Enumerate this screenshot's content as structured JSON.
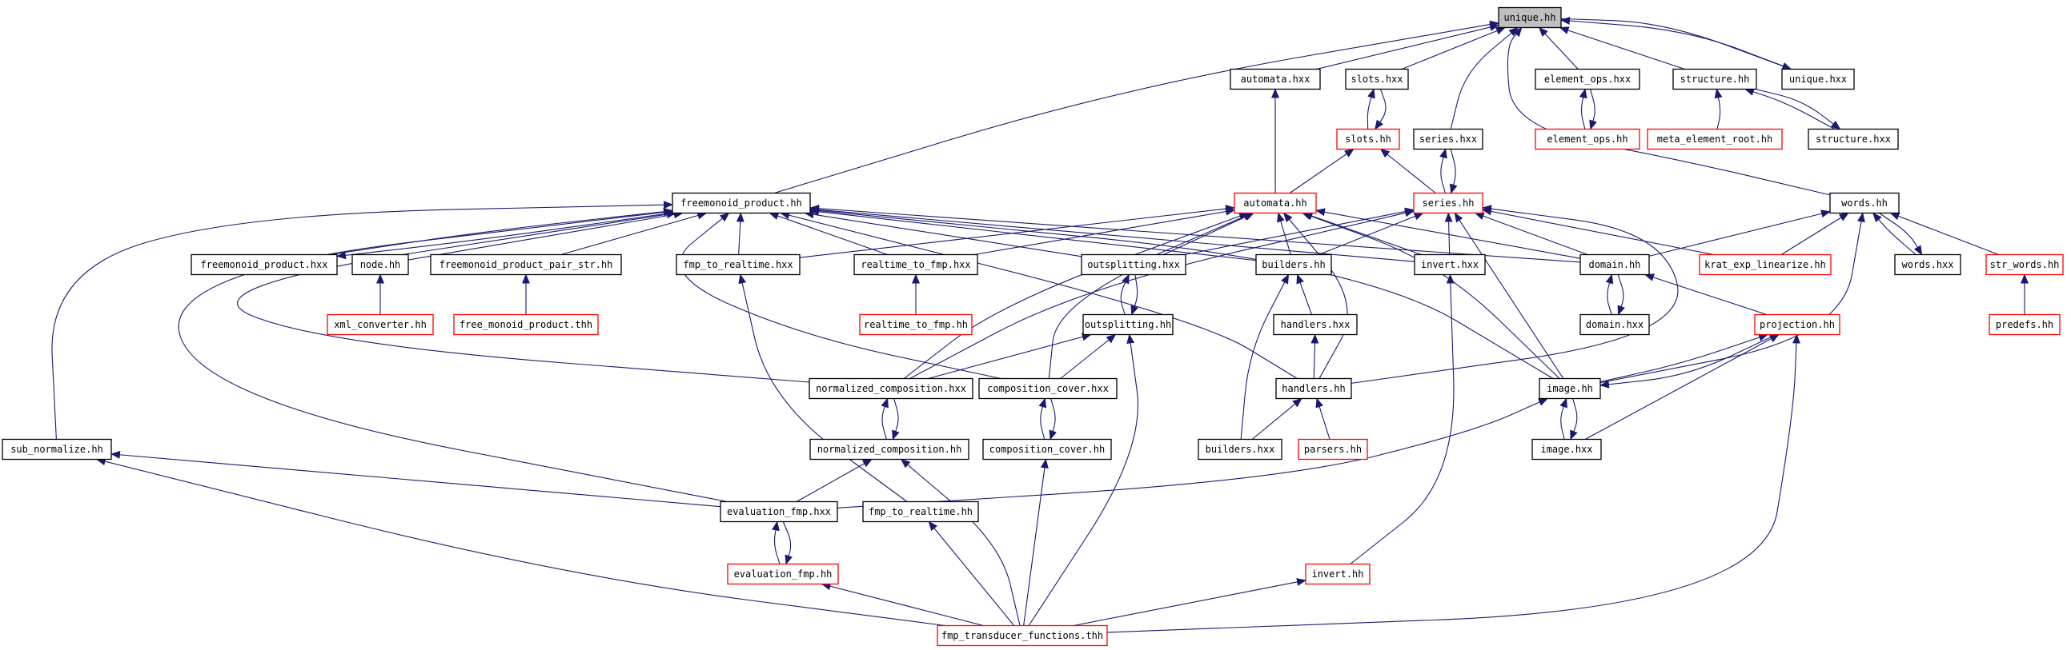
{
  "colors": {
    "edge": "#191970",
    "normal_border": "#000000",
    "missing_border": "#ff0000",
    "root_fill": "#bfbfbf",
    "node_fill": "#ffffff"
  },
  "nodes": [
    {
      "id": "unique_hh",
      "label": "unique.hh",
      "style": "root"
    },
    {
      "id": "automata_hxx",
      "label": "automata.hxx",
      "style": "normal"
    },
    {
      "id": "slots_hxx",
      "label": "slots.hxx",
      "style": "normal"
    },
    {
      "id": "element_ops_hxx",
      "label": "element_ops.hxx",
      "style": "normal"
    },
    {
      "id": "structure_hh",
      "label": "structure.hh",
      "style": "normal"
    },
    {
      "id": "unique_hxx",
      "label": "unique.hxx",
      "style": "normal"
    },
    {
      "id": "slots_hh",
      "label": "slots.hh",
      "style": "missing"
    },
    {
      "id": "series_hxx",
      "label": "series.hxx",
      "style": "normal"
    },
    {
      "id": "element_ops_hh",
      "label": "element_ops.hh",
      "style": "missing"
    },
    {
      "id": "meta_element_root_hh",
      "label": "meta_element_root.hh",
      "style": "missing"
    },
    {
      "id": "structure_hxx",
      "label": "structure.hxx",
      "style": "normal"
    },
    {
      "id": "freemonoid_product_hh",
      "label": "freemonoid_product.hh",
      "style": "normal"
    },
    {
      "id": "automata_hh",
      "label": "automata.hh",
      "style": "missing"
    },
    {
      "id": "series_hh",
      "label": "series.hh",
      "style": "missing"
    },
    {
      "id": "words_hh",
      "label": "words.hh",
      "style": "normal"
    },
    {
      "id": "freemonoid_product_hxx",
      "label": "freemonoid_product.hxx",
      "style": "normal"
    },
    {
      "id": "node_hh",
      "label": "node.hh",
      "style": "normal"
    },
    {
      "id": "freemonoid_product_pair_str_hh",
      "label": "freemonoid_product_pair_str.hh",
      "style": "normal"
    },
    {
      "id": "fmp_to_realtime_hxx",
      "label": "fmp_to_realtime.hxx",
      "style": "normal"
    },
    {
      "id": "realtime_to_fmp_hxx",
      "label": "realtime_to_fmp.hxx",
      "style": "normal"
    },
    {
      "id": "outsplitting_hxx",
      "label": "outsplitting.hxx",
      "style": "normal"
    },
    {
      "id": "builders_hh",
      "label": "builders.hh",
      "style": "normal"
    },
    {
      "id": "invert_hxx",
      "label": "invert.hxx",
      "style": "normal"
    },
    {
      "id": "domain_hh",
      "label": "domain.hh",
      "style": "normal"
    },
    {
      "id": "krat_exp_linearize_hh",
      "label": "krat_exp_linearize.hh",
      "style": "missing"
    },
    {
      "id": "words_hxx",
      "label": "words.hxx",
      "style": "normal"
    },
    {
      "id": "str_words_hh",
      "label": "str_words.hh",
      "style": "missing"
    },
    {
      "id": "xml_converter_hh",
      "label": "xml_converter.hh",
      "style": "missing"
    },
    {
      "id": "free_monoid_product_thh",
      "label": "free_monoid_product.thh",
      "style": "missing"
    },
    {
      "id": "realtime_to_fmp_hh",
      "label": "realtime_to_fmp.hh",
      "style": "missing"
    },
    {
      "id": "outsplitting_hh",
      "label": "outsplitting.hh",
      "style": "normal"
    },
    {
      "id": "handlers_hxx",
      "label": "handlers.hxx",
      "style": "normal"
    },
    {
      "id": "domain_hxx",
      "label": "domain.hxx",
      "style": "normal"
    },
    {
      "id": "projection_hh",
      "label": "projection.hh",
      "style": "missing"
    },
    {
      "id": "predefs_hh",
      "label": "predefs.hh",
      "style": "missing"
    },
    {
      "id": "normalized_composition_hxx",
      "label": "normalized_composition.hxx",
      "style": "normal"
    },
    {
      "id": "composition_cover_hxx",
      "label": "composition_cover.hxx",
      "style": "normal"
    },
    {
      "id": "handlers_hh",
      "label": "handlers.hh",
      "style": "normal"
    },
    {
      "id": "image_hh",
      "label": "image.hh",
      "style": "normal"
    },
    {
      "id": "sub_normalize_hh",
      "label": "sub_normalize.hh",
      "style": "normal"
    },
    {
      "id": "normalized_composition_hh",
      "label": "normalized_composition.hh",
      "style": "normal"
    },
    {
      "id": "composition_cover_hh",
      "label": "composition_cover.hh",
      "style": "normal"
    },
    {
      "id": "builders_hxx",
      "label": "builders.hxx",
      "style": "normal"
    },
    {
      "id": "parsers_hh",
      "label": "parsers.hh",
      "style": "missing"
    },
    {
      "id": "image_hxx",
      "label": "image.hxx",
      "style": "normal"
    },
    {
      "id": "evaluation_fmp_hxx",
      "label": "evaluation_fmp.hxx",
      "style": "normal"
    },
    {
      "id": "fmp_to_realtime_hh",
      "label": "fmp_to_realtime.hh",
      "style": "normal"
    },
    {
      "id": "evaluation_fmp_hh",
      "label": "evaluation_fmp.hh",
      "style": "missing"
    },
    {
      "id": "invert_hh",
      "label": "invert.hh",
      "style": "missing"
    },
    {
      "id": "fmp_transducer_functions_thh",
      "label": "fmp_transducer_functions.thh",
      "style": "missing"
    }
  ]
}
